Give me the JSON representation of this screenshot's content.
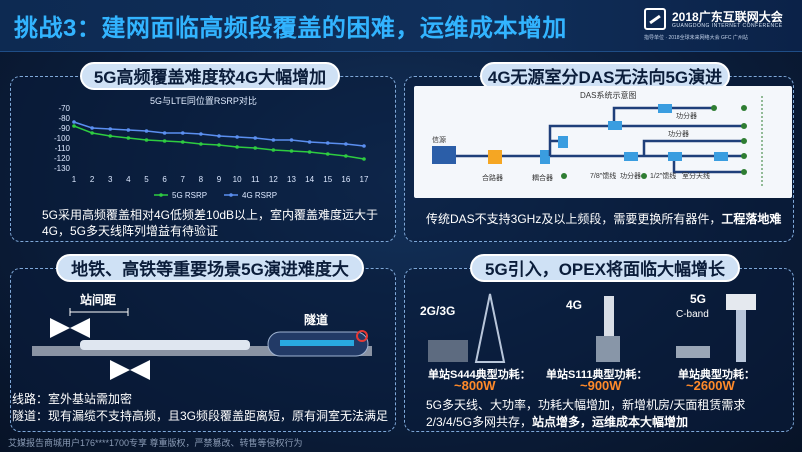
{
  "header": {
    "title": "挑战3：建网面临高频段覆盖的困难，运维成本增加",
    "logo_text": "2018广东互联网大会",
    "logo_sub": "GUANGDONG INTERNET CONFERENCE",
    "logo_sub2": "指导单位 · 2018全球未来网络大会  GFC 广州站"
  },
  "panel_coverage": {
    "title": "5G高频覆盖难度较4G大幅增加",
    "chart_title": "5G与LTE同位置RSRP对比",
    "desc_line1": "5G采用高频覆盖相对4G低频差10dB以上，室内覆盖难度远大于",
    "desc_line2": "4G，5G多天线阵列增益有待验证"
  },
  "chart_data": {
    "type": "line",
    "title": "5G与LTE同位置RSRP对比",
    "x": [
      1,
      2,
      3,
      4,
      5,
      6,
      7,
      8,
      9,
      10,
      11,
      12,
      13,
      14,
      15,
      16,
      17
    ],
    "yticks": [
      -70,
      -80,
      -90,
      -100,
      -110,
      -120,
      -130
    ],
    "ylim": [
      -130,
      -70
    ],
    "legend_position": "bottom",
    "series": [
      {
        "name": "5G RSRP",
        "color": "#2ecc40",
        "values": [
          -88,
          -95,
          -98,
          -100,
          -102,
          -103,
          -104,
          -106,
          -107,
          -109,
          -110,
          -112,
          -113,
          -114,
          -116,
          -118,
          -121
        ]
      },
      {
        "name": "4G RSRP",
        "color": "#5b8ff0",
        "values": [
          -84,
          -90,
          -91,
          -92,
          -93,
          -95,
          -95,
          -96,
          -98,
          -99,
          -100,
          -102,
          -102,
          -104,
          -105,
          -106,
          -108
        ]
      }
    ]
  },
  "panel_das": {
    "title": "4G无源室分DAS无法向5G演进",
    "diagram_title": "DAS系统示意图",
    "label_source": "信源",
    "label_combiner": "合路器",
    "label_coupler": "耦合器",
    "label_splitter78": "7/8\"馈线",
    "label_splitter": "功分器",
    "label_feeder12": "1/2\"馈线",
    "label_antenna": "室分天线",
    "label_splitter_a": "功分器",
    "label_splitter_b": "功分器",
    "desc_normal": "传统DAS不支持3GHz及以上频段，需要更换所有器件，",
    "desc_bold": "工程落地难"
  },
  "panel_rail": {
    "title": "地铁、高铁等重要场景5G演进难度大",
    "label_station_distance": "站间距",
    "label_tunnel": "隧道",
    "line1": "线路：室外基站需加密",
    "line2": "隧道：现有漏缆不支持高频，且3G频段覆盖距离短，原有洞室无法满足"
  },
  "panel_opex": {
    "title": "5G引入，OPEX将面临大幅增长",
    "tag_23g": "2G/3G",
    "tag_4g": "4G",
    "tag_5g": "5G",
    "tag_5g_sub": "C-band",
    "site1_label": "单站S444典型功耗：",
    "site1_value": "~800W",
    "site2_label": "单站S111典型功耗：",
    "site2_value": "~900W",
    "site3_label": "单站典型功耗：",
    "site3_value": "~2600W",
    "line1": "5G多天线、大功率，功耗大幅增加，新增机房/天面租赁需求",
    "line2_normal": "2/3/4/5G多网共存，",
    "line2_bold": "站点增多，运维成本大幅增加"
  },
  "footer": {
    "watermark": "艾媒报告商城用户176****1700专享 尊重版权，严禁篡改、转售等侵权行为"
  }
}
